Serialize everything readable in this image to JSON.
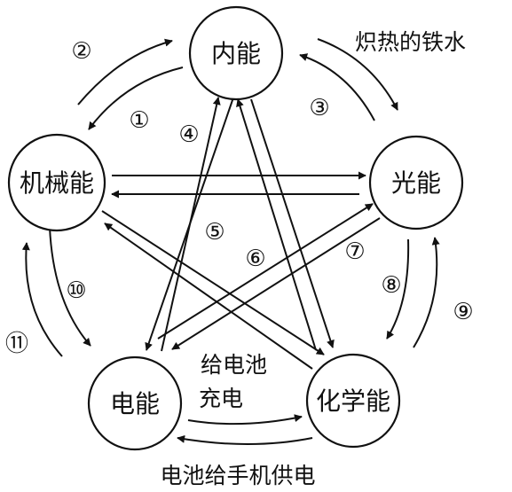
{
  "nodes": {
    "internal": "内能",
    "mechanical": "机械能",
    "light": "光能",
    "electric": "电能",
    "chemical": "化学能"
  },
  "numbers": {
    "n1": "①",
    "n2": "②",
    "n3": "③",
    "n4": "④",
    "n5": "⑤",
    "n6": "⑥",
    "n7": "⑦",
    "n8": "⑧",
    "n9": "⑨",
    "n10": "⑩",
    "n11": "⑪"
  },
  "annotations": {
    "hot_iron": "炽热的铁水",
    "charge_line1": "给电池",
    "charge_line2": "充电",
    "phone_power": "电池给手机供电"
  },
  "colors": {
    "ink": "#111111",
    "background": "#ffffff"
  }
}
